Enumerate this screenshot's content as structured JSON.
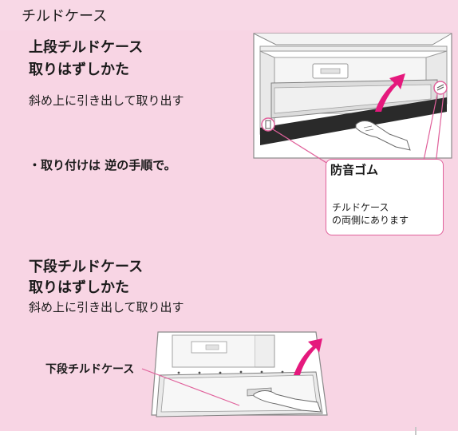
{
  "section": {
    "title": "チルドケース"
  },
  "upper": {
    "title_line1": "上段チルドケース",
    "title_line2": "取りはずしかた",
    "instruction": "斜め上に引き出して取り出す",
    "note": "・取り付けは 逆の手順で。",
    "bumper_label": "防音ゴム",
    "callout_text": "チルドケース\nの両側にあります"
  },
  "lower": {
    "title_line1": "下段チルドケース",
    "title_line2": "取りはずしかた",
    "instruction": "斜め上に引き出して取り出す",
    "callout_label": "下段チルドケース"
  },
  "colors": {
    "background": "#f8d5e4",
    "accent": "#e0619b",
    "arrow": "#e5197d",
    "text": "#1a1a1a"
  },
  "icons": [
    "upward-arrow-icon",
    "bumper-icon",
    "hand-icon"
  ]
}
